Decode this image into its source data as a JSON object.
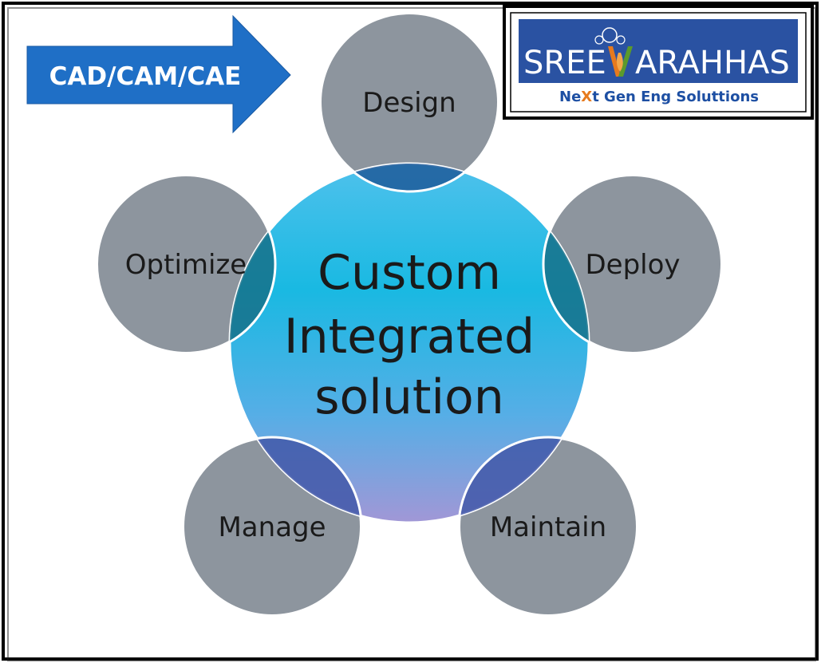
{
  "banner": {
    "label": "CAD/CAM/CAE"
  },
  "logo": {
    "brand_left": "SREE",
    "brand_right": "ARAHHAS",
    "tagline_ne": "Ne",
    "tagline_x": "X",
    "tagline_rest": "t Gen Eng Soluttions",
    "colors": {
      "background": "#2a52a2",
      "tagline": "#1d4fa3",
      "accent_orange": "#e67a1e",
      "accent_green": "#5b9a2b"
    }
  },
  "center": {
    "line1": "Custom",
    "line2": "Integrated",
    "line3": "solution"
  },
  "satellites": {
    "design": "Design",
    "deploy": "Deploy",
    "maintain": "Maintain",
    "manage": "Manage",
    "optimize": "Optimize"
  },
  "colors": {
    "satellite_fill": "#8d959e",
    "arrow_fill": "#1f6fc6",
    "center_top": "#18b8e0",
    "center_bottom": "#9c97d8"
  }
}
